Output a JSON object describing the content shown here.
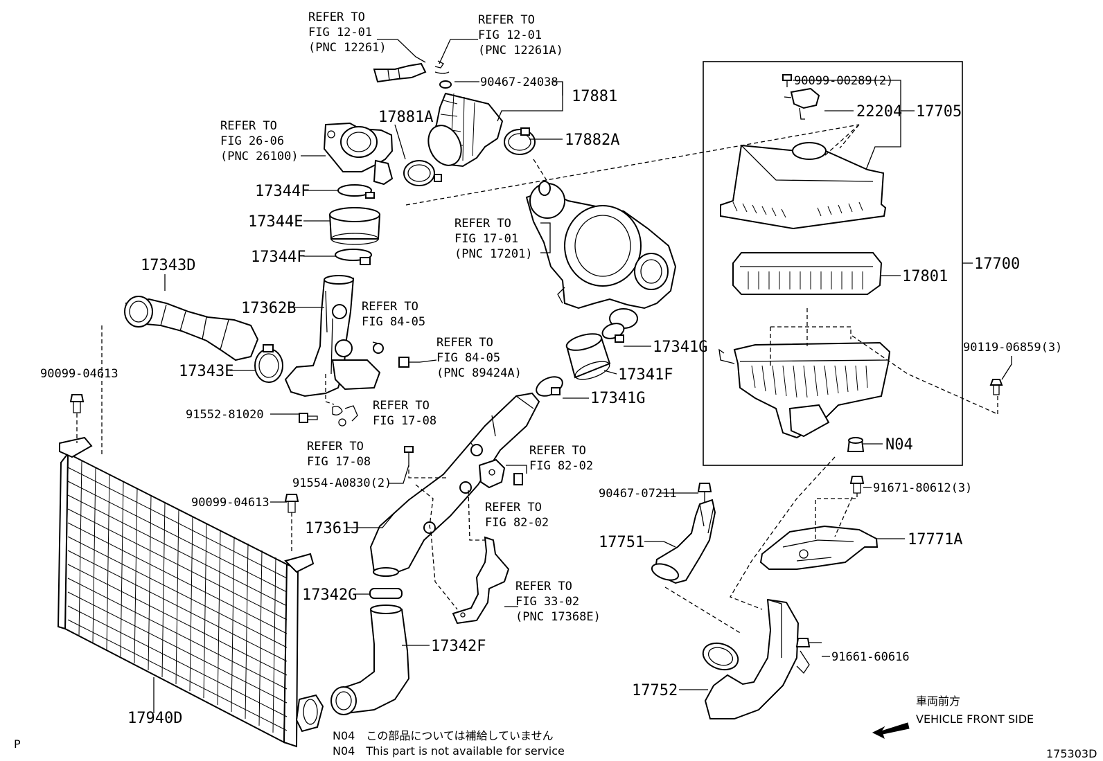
{
  "diagram_code": "175303D",
  "corner_mark": "P",
  "refs": {
    "fig_12_01_a": [
      "REFER TO",
      "FIG 12-01",
      "(PNC 12261)"
    ],
    "fig_12_01_b": [
      "REFER TO",
      "FIG 12-01",
      "(PNC 12261A)"
    ],
    "fig_26_06": [
      "REFER TO",
      "FIG 26-06",
      "(PNC 26100)"
    ],
    "fig_17_01": [
      "REFER TO",
      "FIG 17-01",
      "(PNC 17201)"
    ],
    "fig_84_05_a": [
      "REFER TO",
      "FIG 84-05"
    ],
    "fig_84_05_b": [
      "REFER TO",
      "FIG 84-05",
      "(PNC 89424A)"
    ],
    "fig_17_08_a": [
      "REFER TO",
      "FIG 17-08"
    ],
    "fig_17_08_b": [
      "REFER TO",
      "FIG 17-08"
    ],
    "fig_82_02_a": [
      "REFER TO",
      "FIG 82-02"
    ],
    "fig_82_02_b": [
      "REFER TO",
      "FIG 82-02"
    ],
    "fig_33_02": [
      "REFER TO",
      "FIG 33-02",
      "(PNC 17368E)"
    ]
  },
  "parts": {
    "p90467_24038": "90467-24038",
    "p17881": "17881",
    "p17881a": "17881A",
    "p17882a": "17882A",
    "p17344f_top": "17344F",
    "p17344e": "17344E",
    "p17344f_bot": "17344F",
    "p17343d": "17343D",
    "p17362b": "17362B",
    "p17343e": "17343E",
    "p90099_04613_a": "90099-04613",
    "p91552_81020": "91552-81020",
    "p91554_a0830": "91554-A0830(2)",
    "p90099_04613_b": "90099-04613",
    "p17361j": "17361J",
    "p17342g": "17342G",
    "p17342f": "17342F",
    "p17940d": "17940D",
    "p17341g_top": "17341G",
    "p17341f": "17341F",
    "p17341g_bot": "17341G",
    "p90099_00289": "90099-00289(2)",
    "p22204": "22204",
    "p17705": "17705",
    "p17801": "17801",
    "p17700": "17700",
    "p90119_06859": "90119-06859(3)",
    "pN04": "N04",
    "p90467_07211": "90467-07211",
    "p91671_80612": "91671-80612(3)",
    "p17751": "17751",
    "p17771a": "17771A",
    "p91661_60616": "91661-60616",
    "p17752": "17752"
  },
  "notes": {
    "jp": "N04　この部品については補給していません",
    "en": "N04　This part is not available for service"
  },
  "direction": {
    "jp": "車両前方",
    "en": "VEHICLE FRONT SIDE"
  }
}
